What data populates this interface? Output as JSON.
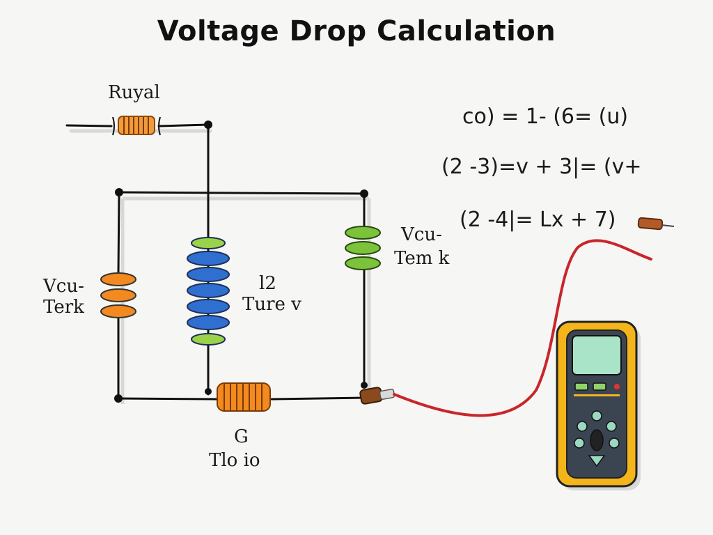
{
  "title": "Voltage Drop Calculation",
  "labels": {
    "top_resistor": "Ruyal",
    "left_component_line1": "Vcu-",
    "left_component_line2": "Terk",
    "middle_component_line1": "l2",
    "middle_component_line2": "Ture v",
    "right_component_line1": "Vcu-",
    "right_component_line2": "Tem k",
    "bottom_resistor_line1": "G",
    "bottom_resistor_line2": "Tlo io"
  },
  "equations": [
    "co) = 1- (6= (u)",
    "(2 -3)=v + 3|= (v+",
    "(2 -4|= Lx + 7)"
  ],
  "colors": {
    "wire": "#111111",
    "orange": "#f28a1f",
    "blue": "#2f6fd0",
    "green": "#7cc23a",
    "probe_wire": "#c8262b",
    "meter_body": "#f4b51a",
    "meter_face": "#3b4552",
    "meter_screen": "#a9e3c8"
  },
  "icons": [
    "multimeter-icon",
    "probe-tip-icon"
  ]
}
